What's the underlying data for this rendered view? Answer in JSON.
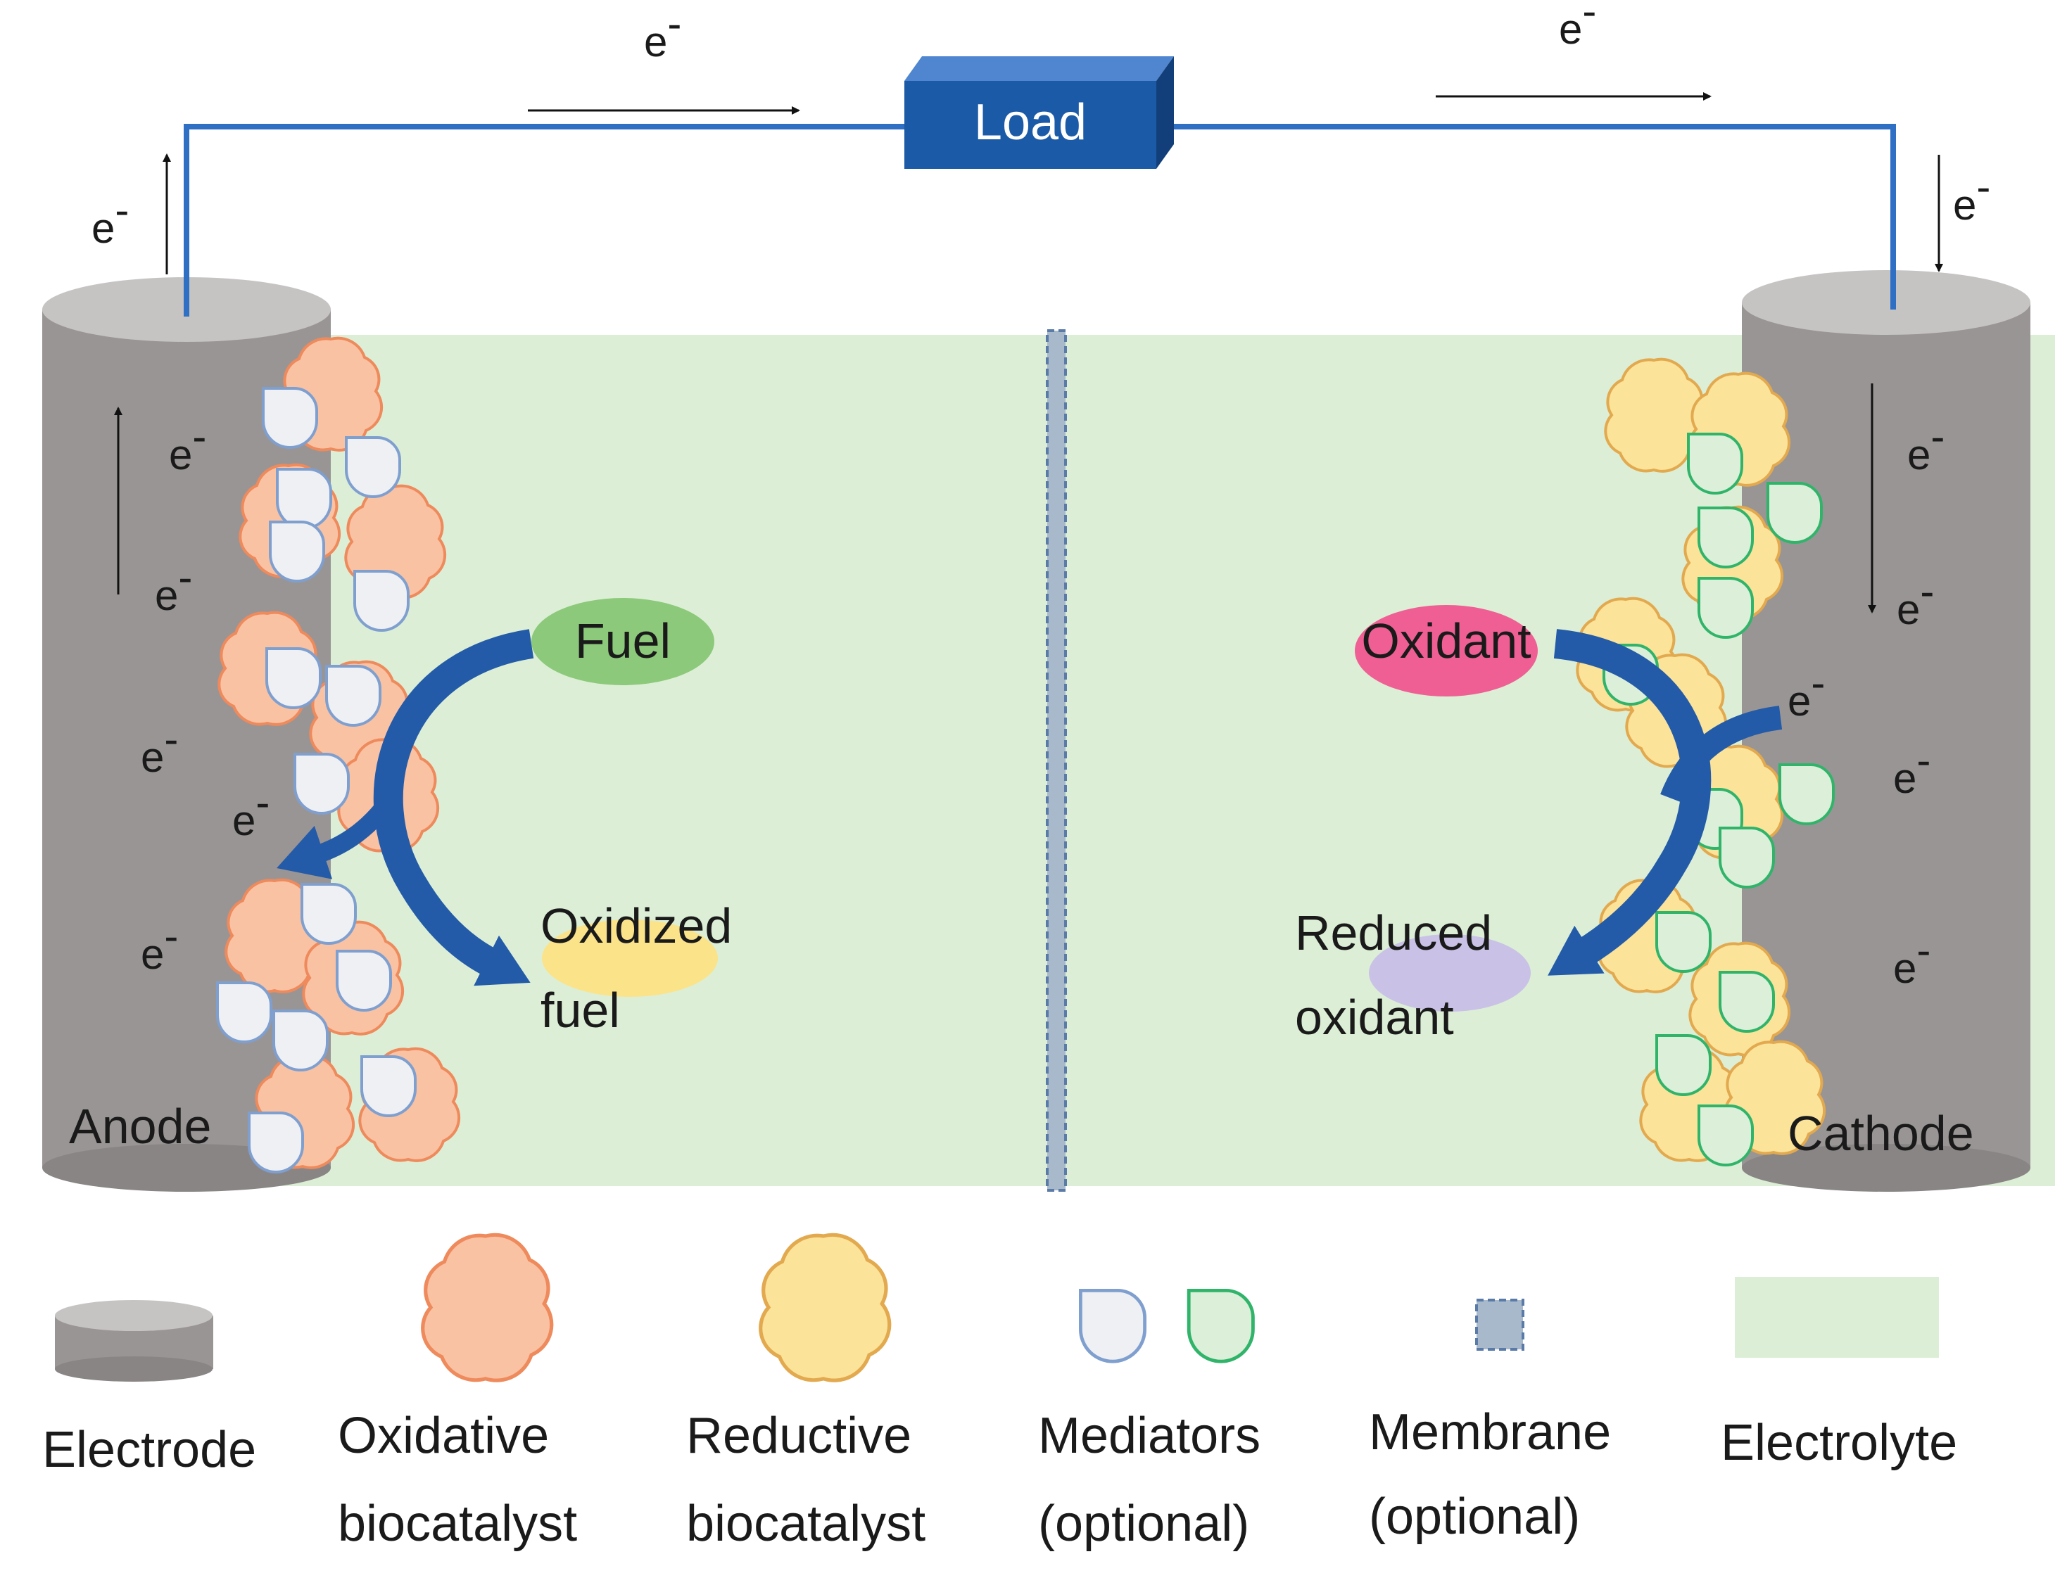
{
  "electron": "e",
  "electron_sup": "-",
  "load": "Load",
  "anode": "Anode",
  "cathode": "Cathode",
  "fuel": "Fuel",
  "oxidized_fuel": [
    "Oxidized",
    "fuel"
  ],
  "oxidant": "Oxidant",
  "reduced_oxidant": [
    "Reduced",
    "oxidant"
  ],
  "legend": {
    "electrode": [
      "Electrode"
    ],
    "oxidative": [
      "Oxidative",
      "biocatalyst"
    ],
    "reductive": [
      "Reductive",
      "biocatalyst"
    ],
    "mediators": [
      "Mediators",
      "(optional)"
    ],
    "membrane": [
      "Membrane",
      "(optional)"
    ],
    "electrolyte": [
      "Electrolyte"
    ]
  },
  "colors": {
    "electrode": "#9a9595",
    "electrode_top": "#c6c3c3",
    "electrolyte": "#dcefd6",
    "wire": "#2f6fc4",
    "load": "#1b5aa6",
    "oxidative": "#f9c2a3",
    "oxidative_edge": "#ee8a5c",
    "reductive": "#fbe39a",
    "reductive_edge": "#e2a94f",
    "mediator_anode": "#7f9fcf",
    "mediator_cathode": "#2fb46a",
    "fuel": "#8cc97a",
    "oxidized_fuel": "#fbe38a",
    "oxidant": "#ef5f93",
    "reduced_oxidant": "#c9c2e6",
    "arrow": "#245ba8"
  }
}
